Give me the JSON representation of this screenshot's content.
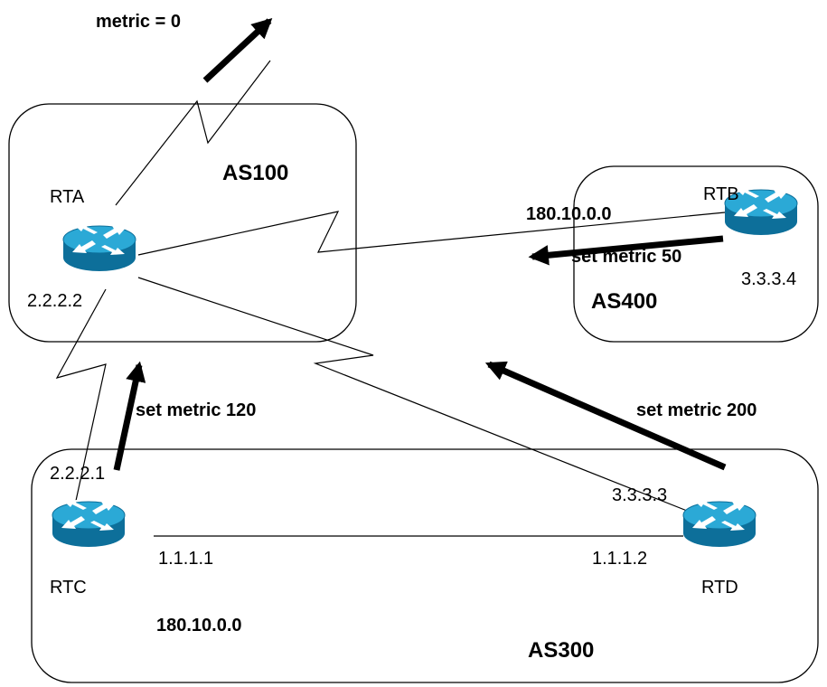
{
  "autonomous_systems": {
    "as100": "AS100",
    "as400": "AS400",
    "as300": "AS300"
  },
  "routers": {
    "rta": {
      "name": "RTA",
      "ip": "2.2.2.2"
    },
    "rtb": {
      "name": "RTB",
      "ip": "3.3.3.4",
      "network": "180.10.0.0",
      "policy": "set metric 50"
    },
    "rtc": {
      "name": "RTC",
      "ip_upper": "2.2.2.1",
      "ip_lan": "1.1.1.1",
      "network": "180.10.0.0",
      "policy": "set metric 120"
    },
    "rtd": {
      "name": "RTD",
      "ip_upper": "3.3.3.3",
      "ip_lan": "1.1.1.2",
      "policy": "set metric 200"
    }
  },
  "outbound": {
    "policy": "metric = 0"
  },
  "colors": {
    "router_top": "#2ba9d6",
    "router_side": "#0d6f9a",
    "router_arrows": "#ffffff",
    "stroke": "#000000"
  },
  "icons": [
    "router-icon",
    "arrow-icon"
  ]
}
